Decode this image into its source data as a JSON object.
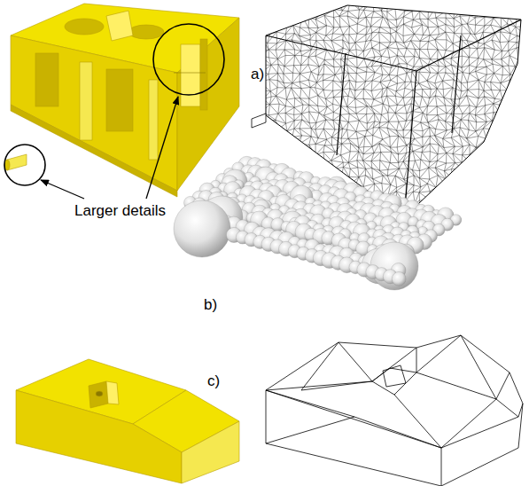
{
  "diagram": {
    "labels": [
      "a)",
      "Larger details",
      "b)",
      "c)"
    ]
  }
}
